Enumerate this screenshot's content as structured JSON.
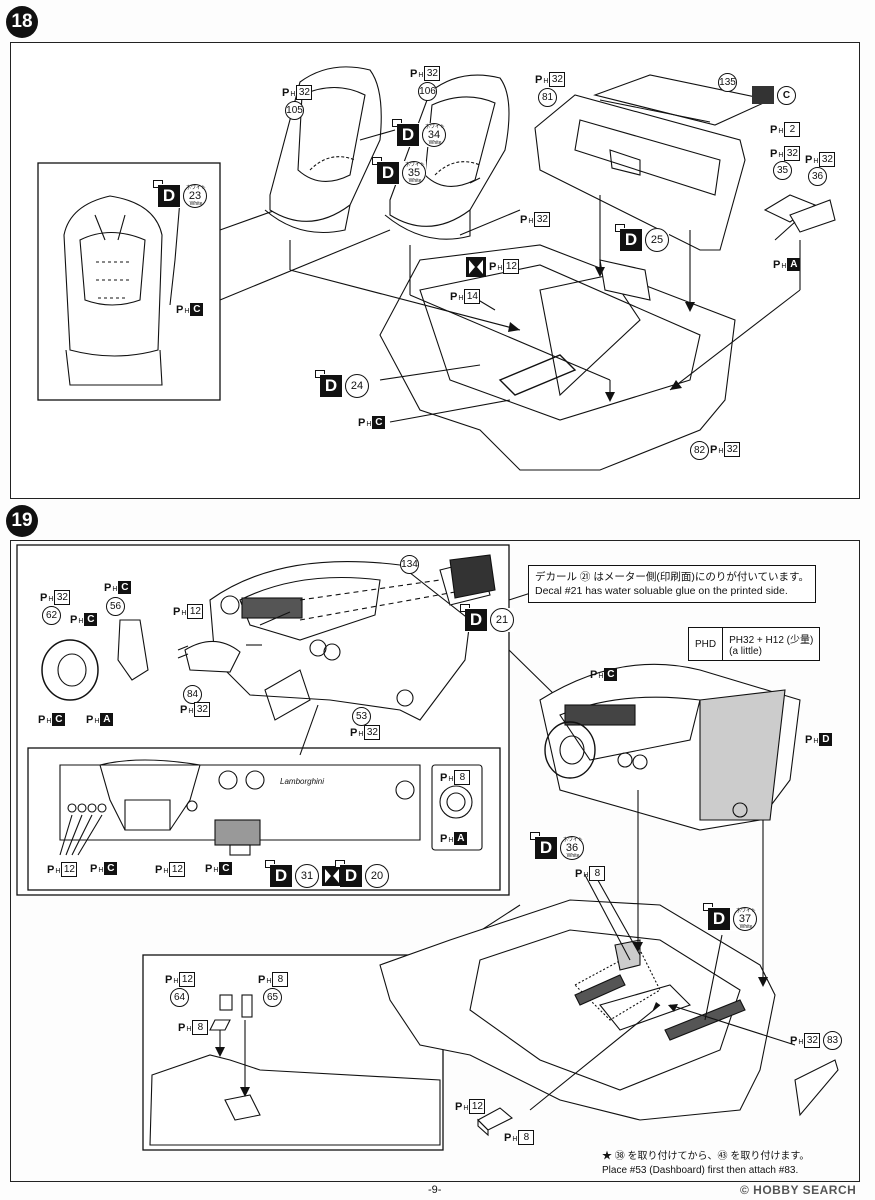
{
  "step18": {
    "number": "18"
  },
  "step19": {
    "number": "19"
  },
  "paint": {
    "P": "P",
    "H": "H",
    "C": "C",
    "A": "A",
    "D": "D"
  },
  "part_numbers": {
    "p105": "105",
    "p106": "106",
    "p81": "81",
    "p135": "135",
    "p35": "35",
    "p36": "36",
    "p82": "82",
    "p134": "134",
    "p62": "62",
    "p56": "56",
    "p84": "84",
    "p53": "53",
    "p64": "64",
    "p65": "65",
    "p83": "83"
  },
  "paint_codes": {
    "c32": "32",
    "c2": "2",
    "c12": "12",
    "c14": "14",
    "c8": "8"
  },
  "decals": {
    "d23": "23",
    "d34": "34",
    "d35": "35",
    "d25": "25",
    "d24": "24",
    "d21": "21",
    "d31": "31",
    "d20": "20",
    "d36": "36",
    "d37": "37",
    "white_jp": "ホワイト",
    "white_en": "White",
    "c_mark": "C"
  },
  "note": {
    "jp": "デカール ㉑ はメーター側(印刷面)にのりが付いています。",
    "en": "Decal #21 has water soluable glue on the printed side."
  },
  "legend": {
    "left": "PHD",
    "right": "PH32 + H12 (少量)",
    "little": "(a little)"
  },
  "footnote": {
    "jp": "★ ㊳ を取り付けてから、㊸ を取り付けます。",
    "en": "Place #53 (Dashboard) first then attach #83."
  },
  "dash_logo": "Lamborghini",
  "page_number": "-9-",
  "watermark": "© HOBBY SEARCH"
}
